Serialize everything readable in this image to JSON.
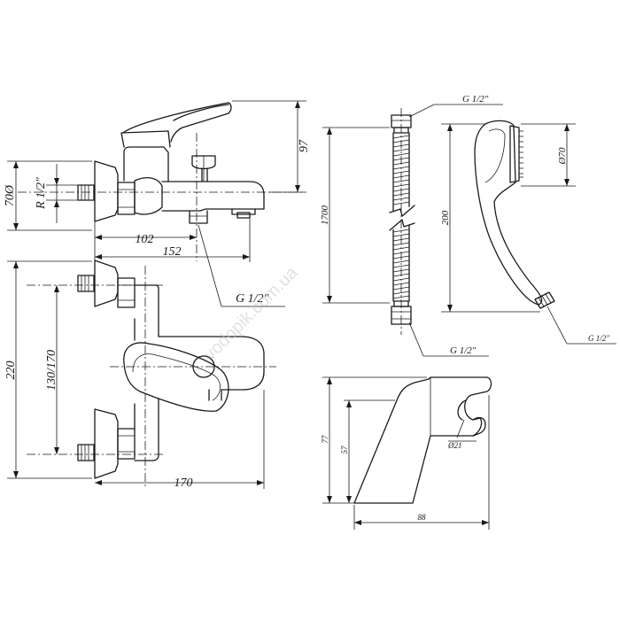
{
  "dimensions": {
    "d97": "97",
    "d70": "70Ø",
    "thread_r": "R 1/2\"",
    "d102": "102",
    "d152": "152",
    "spout_thread": "G 1/2\"",
    "d220": "220",
    "d130_170": "130/170",
    "d170": "170",
    "hose_top_thread": "G 1/2\"",
    "hose_length": "1700",
    "hose_bottom_thread": "G 1/2\"",
    "shower_len": "200",
    "shower_dia": "Ø70",
    "shower_thread": "G 1/2\"",
    "holder_h77": "77",
    "holder_h57": "57",
    "holder_d21": "Ø21",
    "holder_w88": "88"
  },
  "watermark": "vodopik.com.ua"
}
